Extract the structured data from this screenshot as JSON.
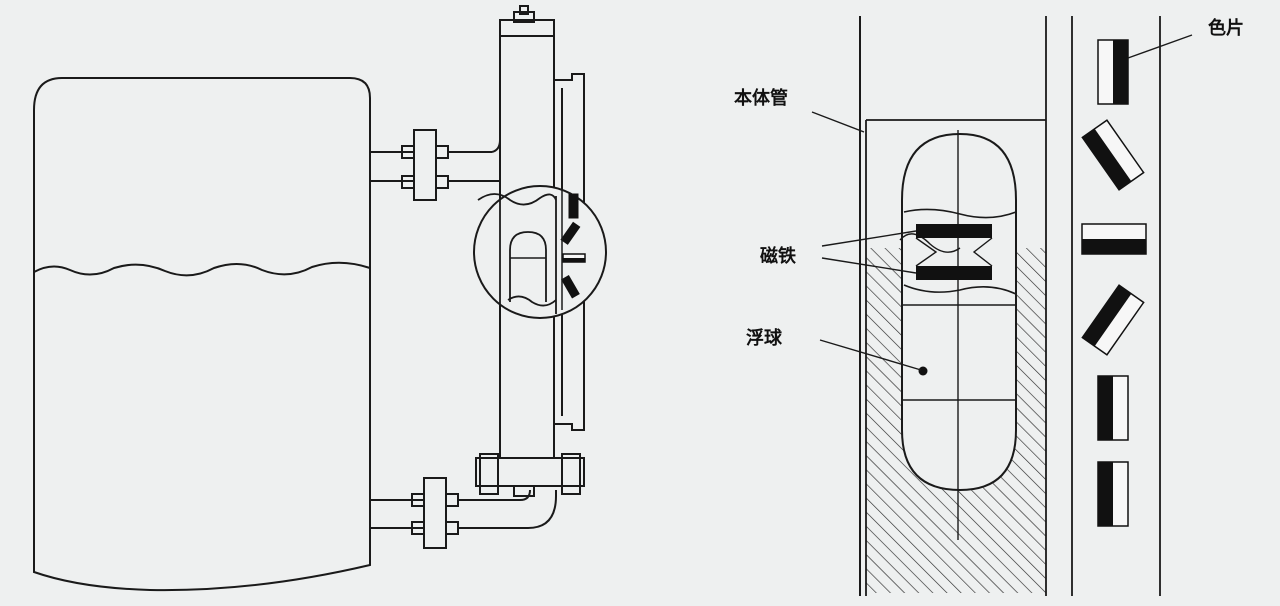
{
  "labels": {
    "body_tube": "本体管",
    "magnet": "磁铁",
    "float": "浮球",
    "color_plate": "色片"
  },
  "colors": {
    "paper": "#eef0f0",
    "line": "#1a1a1a",
    "flap_dark": "#111111",
    "flap_light": "#f7f7f7",
    "hatch": "#2a2a2a"
  }
}
